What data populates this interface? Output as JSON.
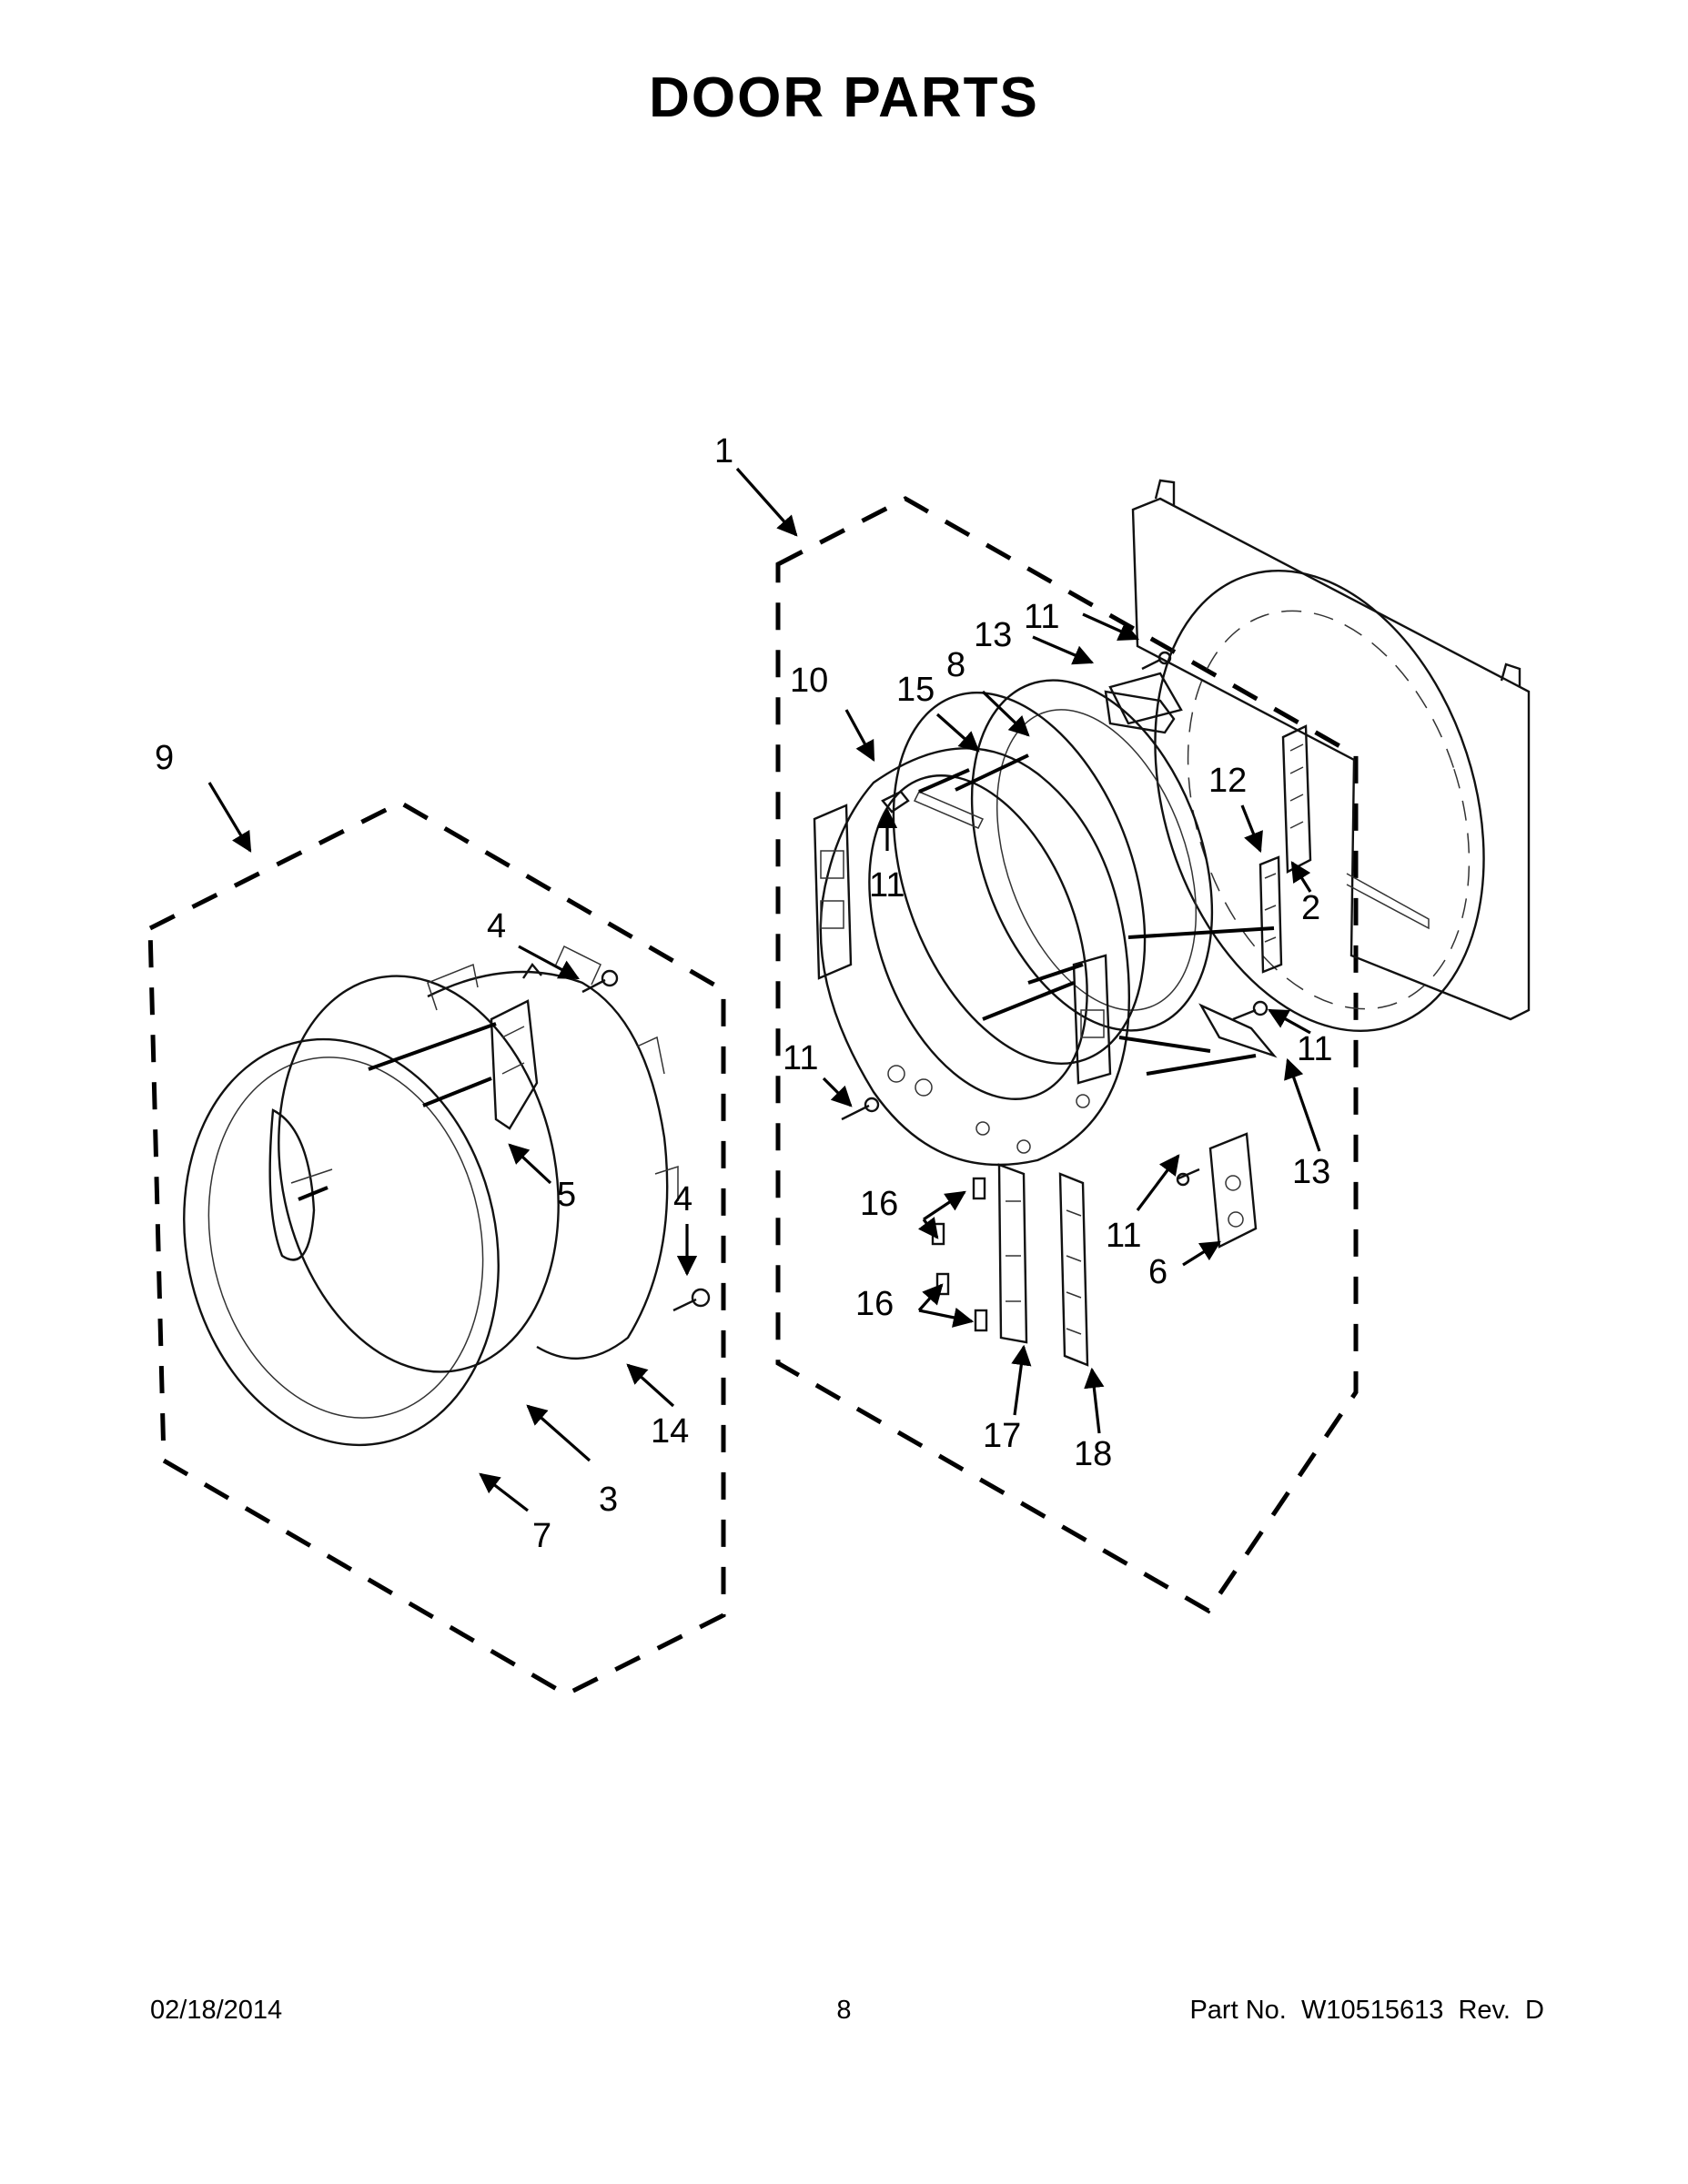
{
  "title": "DOOR PARTS",
  "footer": {
    "date": "02/18/2014",
    "page": "8",
    "part_no": "Part No.  W10515613  Rev.  D"
  },
  "callouts": [
    {
      "id": "c1",
      "label": "1"
    },
    {
      "id": "c2",
      "label": "2"
    },
    {
      "id": "c3",
      "label": "3"
    },
    {
      "id": "c4a",
      "label": "4"
    },
    {
      "id": "c4b",
      "label": "4"
    },
    {
      "id": "c5",
      "label": "5"
    },
    {
      "id": "c6",
      "label": "6"
    },
    {
      "id": "c7",
      "label": "7"
    },
    {
      "id": "c8",
      "label": "8"
    },
    {
      "id": "c9",
      "label": "9"
    },
    {
      "id": "c10",
      "label": "10"
    },
    {
      "id": "c11a",
      "label": "11"
    },
    {
      "id": "c11b",
      "label": "11"
    },
    {
      "id": "c11c",
      "label": "11"
    },
    {
      "id": "c11d",
      "label": "11"
    },
    {
      "id": "c11e",
      "label": "11"
    },
    {
      "id": "c12",
      "label": "12"
    },
    {
      "id": "c13a",
      "label": "13"
    },
    {
      "id": "c13b",
      "label": "13"
    },
    {
      "id": "c14",
      "label": "14"
    },
    {
      "id": "c15",
      "label": "15"
    },
    {
      "id": "c16a",
      "label": "16"
    },
    {
      "id": "c16b",
      "label": "16"
    },
    {
      "id": "c17",
      "label": "17"
    },
    {
      "id": "c18",
      "label": "18"
    }
  ]
}
